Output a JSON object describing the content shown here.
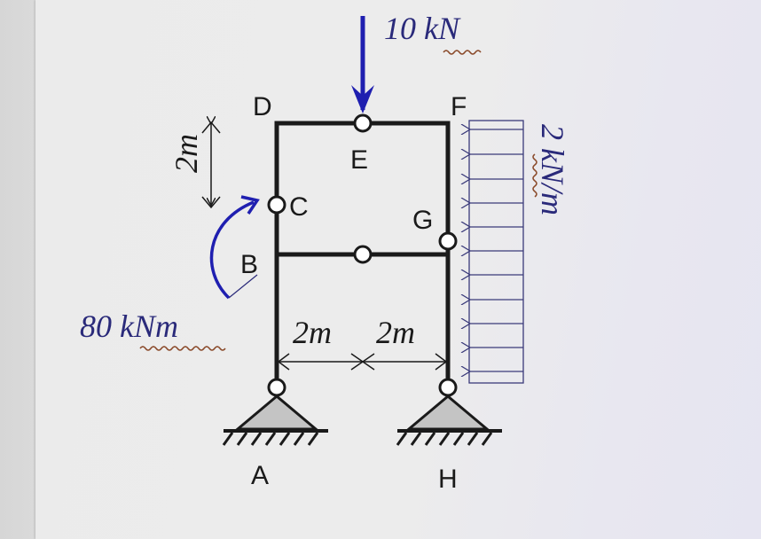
{
  "diagram": {
    "type": "structural-frame",
    "colors": {
      "member": "#1a1a1a",
      "load_arrow": "#1f1fb0",
      "load_text": "#2a2a7a",
      "distributed_load": "#3a3a7a",
      "support_fill": "#c4c4c4",
      "squiggle_underline": "#8a4a2a"
    },
    "nodes": [
      {
        "id": "A",
        "label": "A",
        "type": "pin-support"
      },
      {
        "id": "B",
        "label": "B",
        "type": "rigid-joint"
      },
      {
        "id": "C",
        "label": "C",
        "type": "hinge"
      },
      {
        "id": "D",
        "label": "D",
        "type": "rigid-corner"
      },
      {
        "id": "E",
        "label": "E",
        "type": "hinge"
      },
      {
        "id": "F",
        "label": "F",
        "type": "rigid-corner"
      },
      {
        "id": "G",
        "label": "G",
        "type": "hinge"
      },
      {
        "id": "H",
        "label": "H",
        "type": "pin-support"
      }
    ],
    "beam_BG_midspan": {
      "type": "hinge",
      "label": ""
    },
    "loads": {
      "point_load": {
        "value": "10 kN",
        "at": "E",
        "direction": "downward"
      },
      "moment": {
        "value": "80 kNm",
        "at": "B",
        "direction": "clockwise"
      },
      "distributed": {
        "value": "2 kN/m",
        "on": "FH",
        "direction": "leftward"
      }
    },
    "dimensions": {
      "vertical": "2m",
      "horizontal_left": "2m",
      "horizontal_right": "2m"
    }
  }
}
